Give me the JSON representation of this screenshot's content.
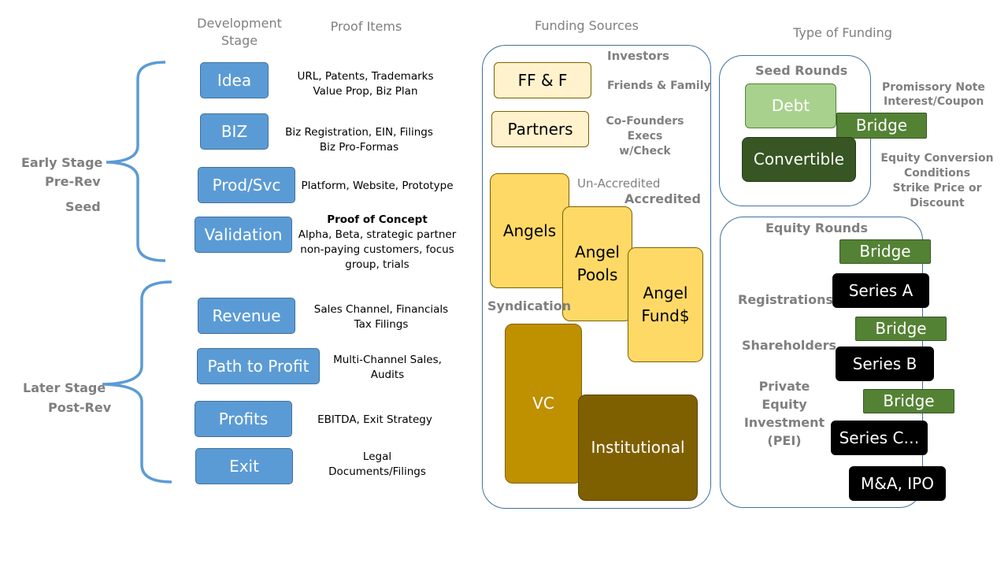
{
  "headers": {
    "development_stage": "Development\nStage",
    "proof_items": "Proof Items",
    "funding_sources": "Funding Sources",
    "type_of_funding": "Type of Funding"
  },
  "side_labels": {
    "early": [
      "Early Stage",
      "Pre-Rev",
      "Seed"
    ],
    "later": [
      "Later Stage",
      "Post-Rev"
    ]
  },
  "stages": [
    "Idea",
    "BIZ",
    "Prod/Svc",
    "Validation",
    "Revenue",
    "Path to Profit",
    "Profits",
    "Exit"
  ],
  "proofs": [
    {
      "bold": "",
      "text": "URL, Patents, Trademarks\nValue Prop,  Biz Plan"
    },
    {
      "bold": "",
      "text": "Biz Registration, EIN, Filings\nBiz Pro-Formas"
    },
    {
      "bold": "",
      "text": "Platform, Website, Prototype"
    },
    {
      "bold": "Proof of Concept",
      "text": "Alpha, Beta, strategic partner\nnon-paying customers, focus\ngroup, trials"
    },
    {
      "bold": "",
      "text": "Sales Channel, Financials\nTax Filings"
    },
    {
      "bold": "",
      "text": "Multi-Channel Sales,\nAudits"
    },
    {
      "bold": "",
      "text": "EBITDA, Exit Strategy"
    },
    {
      "bold": "",
      "text": "Legal\nDocuments/Filings"
    }
  ],
  "funding_sources": {
    "investors_label": "Investors",
    "ff_f": "FF & F",
    "ff_f_note": "Friends & Family",
    "partners": "Partners",
    "partners_note": "Co-Founders\nExecs w/Check",
    "unaccredited_label": "Un-Accredited",
    "accredited_label": "Accredited",
    "angels": "Angels",
    "angel_pools": "Angel\nPools",
    "angel_funds": "Angel\nFund$",
    "syndication_label": "Syndication",
    "vc": "VC",
    "institutional": "Institutional"
  },
  "seed_rounds": {
    "title": "Seed Rounds",
    "debt": "Debt",
    "bridge": "Bridge",
    "convertible": "Convertible",
    "promissory_note": "Promissory Note",
    "interest_coupon": "Interest/Coupon",
    "equity_conversion": "Equity Conversion\nConditions\nStrike Price or Discount"
  },
  "equity_rounds": {
    "title": "Equity Rounds",
    "bridge1": "Bridge",
    "series_a": "Series A",
    "bridge2": "Bridge",
    "series_b": "Series B",
    "bridge3": "Bridge",
    "series_c": "Series C…",
    "ma_ipo": "M&A, IPO",
    "registrations": "Registrations",
    "shareholders": "Shareholders",
    "pei": "Private Equity\nInvestment\n(PEI)"
  },
  "colors": {
    "stage_blue": "#5b9bd5",
    "brace_blue": "#5b9bd5",
    "panel_border": "#41719c",
    "light_yellow": "#fff2cc",
    "yellow": "#ffd966",
    "gold": "#bf9000",
    "dark_gold": "#7f6000",
    "light_green": "#a9d18e",
    "green": "#548235",
    "dark_green": "#375623",
    "label_gray": "#7f7f7f"
  }
}
